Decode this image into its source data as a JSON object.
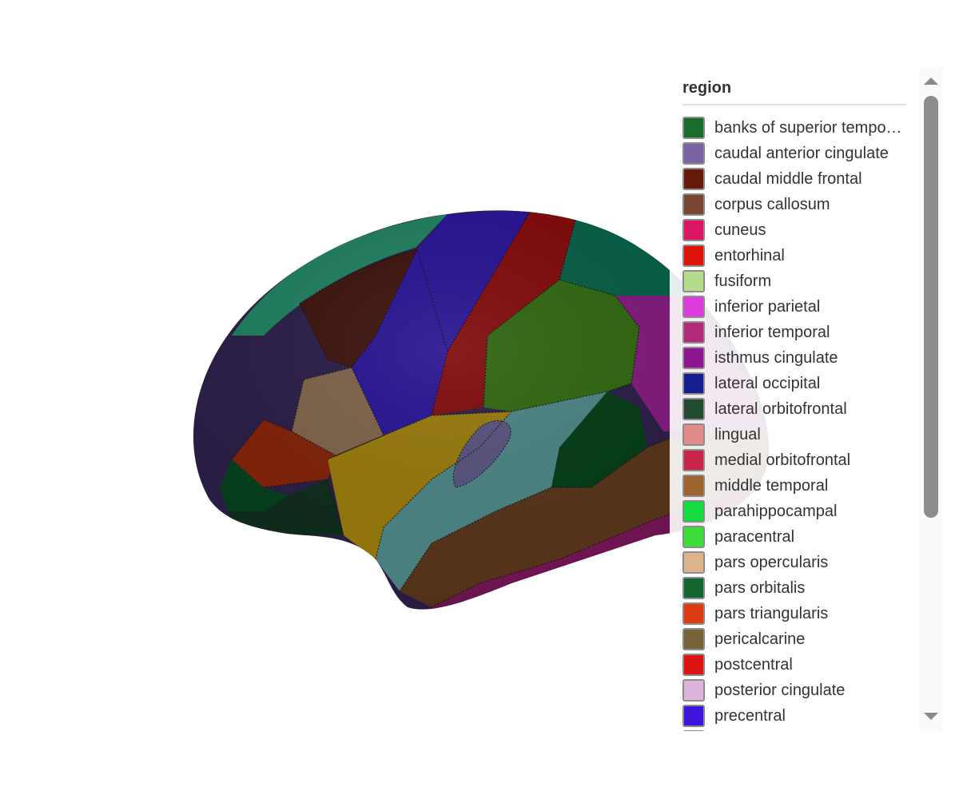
{
  "legend": {
    "title": "region",
    "items": [
      {
        "label": "banks of superior tempo…",
        "color": "#1a6b2c"
      },
      {
        "label": "caudal anterior cingulate",
        "color": "#7b64a3"
      },
      {
        "label": "caudal middle frontal",
        "color": "#661a0a"
      },
      {
        "label": "corpus callosum",
        "color": "#784632"
      },
      {
        "label": "cuneus",
        "color": "#dc1464"
      },
      {
        "label": "entorhinal",
        "color": "#dc140a"
      },
      {
        "label": "fusiform",
        "color": "#b4dc8c"
      },
      {
        "label": "inferior parietal",
        "color": "#dc3cdc"
      },
      {
        "label": "inferior temporal",
        "color": "#b42878"
      },
      {
        "label": "isthmus cingulate",
        "color": "#8c148c"
      },
      {
        "label": "lateral occipital",
        "color": "#141e8c"
      },
      {
        "label": "lateral orbitofrontal",
        "color": "#234b32"
      },
      {
        "label": "lingual",
        "color": "#e18c8c"
      },
      {
        "label": "medial orbitofrontal",
        "color": "#c8234b"
      },
      {
        "label": "middle temporal",
        "color": "#a06432"
      },
      {
        "label": "parahippocampal",
        "color": "#14dc3c"
      },
      {
        "label": "paracentral",
        "color": "#3cdc3c"
      },
      {
        "label": "pars opercularis",
        "color": "#dcb48c"
      },
      {
        "label": "pars orbitalis",
        "color": "#146432"
      },
      {
        "label": "pars triangularis",
        "color": "#dc3c14"
      },
      {
        "label": "pericalcarine",
        "color": "#78643c"
      },
      {
        "label": "postcentral",
        "color": "#dc1414"
      },
      {
        "label": "posterior cingulate",
        "color": "#dcb4dc"
      },
      {
        "label": "precentral",
        "color": "#3c14dc"
      },
      {
        "label": "",
        "color": "#a08cb4"
      }
    ]
  },
  "scrollbar": {
    "up_icon": "triangle-up",
    "down_icon": "triangle-down"
  },
  "brain": {
    "view": "lateral left hemisphere, inflated surface",
    "visible_region_colors": {
      "superior_frontal": "#2a1d45",
      "frontal_rim": "#1f7a5c",
      "caudal_middle_frontal": "#3b120c",
      "precentral": "#27128f",
      "postcentral": "#7d0a0a",
      "superior_parietal": "#075c46",
      "supramarginal": "#2f6410",
      "inferior_parietal": "#7c1a7a",
      "pars_opercularis": "#7a6048",
      "pars_triangularis": "#7d2109",
      "pars_orbitalis": "#053d1c",
      "lateral_orbitofrontal": "#0f2b1c",
      "superior_temporal": "#92760c",
      "transverse_temporal": "#55507a",
      "insula_banks": "#4a8080",
      "banks_sts": "#053b16",
      "middle_temporal": "#55331a",
      "inferior_temporal": "#6e1450"
    }
  }
}
